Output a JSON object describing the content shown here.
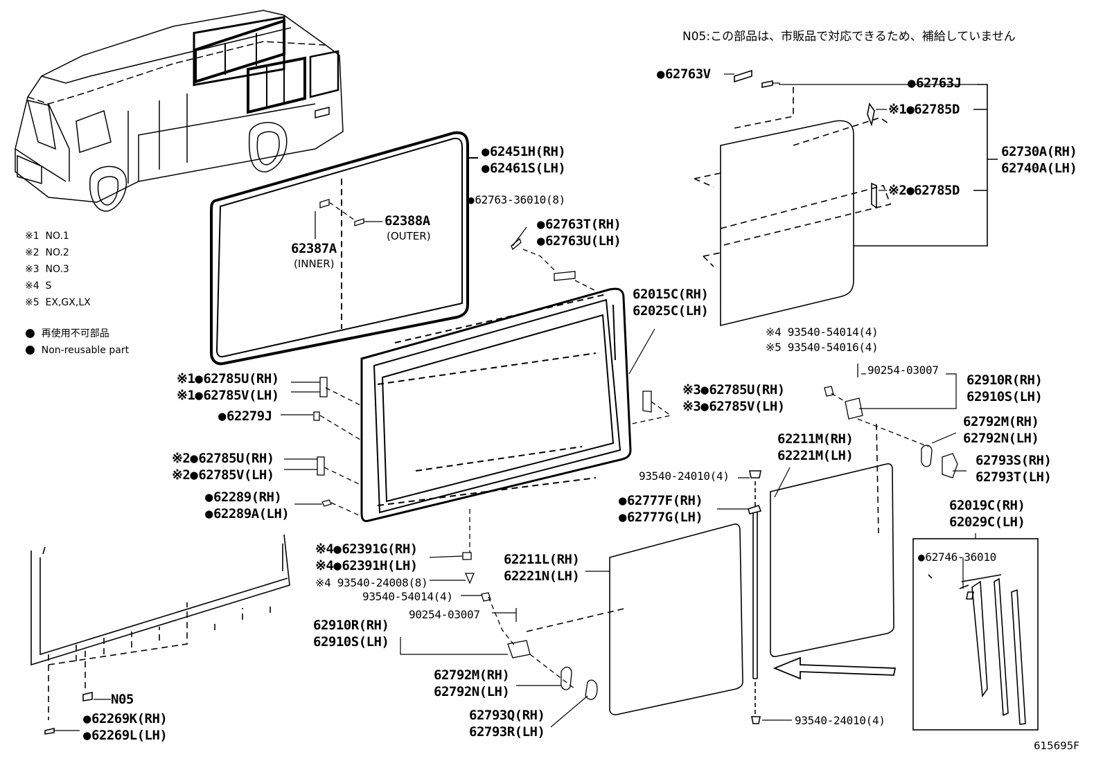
{
  "header_note": "N05:この部品は、市販品で対応できるため、補給していません",
  "legend": {
    "items": [
      {
        "mark": "※1",
        "text": "NO.1"
      },
      {
        "mark": "※2",
        "text": "NO.2"
      },
      {
        "mark": "※3",
        "text": "NO.3"
      },
      {
        "mark": "※4",
        "text": "S"
      },
      {
        "mark": "※5",
        "text": "EX,GX,LX"
      }
    ],
    "symbol": "●",
    "nonreusable_jp": "再使用不可部品",
    "nonreusable_en": "Non-reusable part"
  },
  "parts": {
    "p62763V": "62763V",
    "p62763J": "62763J",
    "p62785D_1": "※1●62785D",
    "p62785D_2": "※2●62785D",
    "p62730A": "62730A(RH)",
    "p62740A": "62740A(LH)",
    "p62451H": "62451H(RH)",
    "p62461S": "62461S(LH)",
    "p62763_36010": "62763-36010(8)",
    "p62388A": "62388A",
    "p62388A_sub": "(OUTER)",
    "p62387A": "62387A",
    "p62387A_sub": "(INNER)",
    "p62763T": "62763T(RH)",
    "p62763U": "62763U(LH)",
    "p62015C": "62015C(RH)",
    "p62025C": "62025C(LH)",
    "p93540_54014_s4": "※4 93540-54014(4)",
    "p93540_54016_s5": "※5 93540-54016(4)",
    "p90254_a": "90254-03007",
    "p62910R_a": "62910R(RH)",
    "p62910S_a": "62910S(LH)",
    "p62785U_1": "62785U(RH)",
    "p62785V_1": "62785V(LH)",
    "p62785U_3": "62785U(RH)",
    "p62785V_3": "62785V(LH)",
    "p62279J": "62279J",
    "p62792M_a": "62792M(RH)",
    "p62792N_a": "62792N(LH)",
    "p62211M": "62211M(RH)",
    "p62221M": "62221M(LH)",
    "p62785U_2": "62785U(RH)",
    "p62785V_2": "62785V(LH)",
    "p62793S": "62793S(RH)",
    "p62793T": "62793T(LH)",
    "p93540_24010_a": "93540-24010(4)",
    "p62289": "62289(RH)",
    "p62289A": "62289A(LH)",
    "p62777F": "62777F(RH)",
    "p62777G": "62777G(LH)",
    "p62019C": "62019C(RH)",
    "p62029C": "62029C(LH)",
    "p62391G": "62391G(RH)",
    "p62391H": "62391H(LH)",
    "p62746": "62746-36010",
    "p62211L": "62211L(RH)",
    "p62221N": "62221N(LH)",
    "p93540_24008": "93540-24008(8)",
    "p93540_54014_b": "93540-54014(4)",
    "p90254_b": "90254-03007",
    "p62910R_b": "62910R(RH)",
    "p62910S_b": "62910S(LH)",
    "p62792M_b": "62792M(RH)",
    "p62792N_b": "62792N(LH)",
    "p62793Q": "62793Q(RH)",
    "p62793R": "62793R(LH)",
    "pN05": "N05",
    "p62269K": "62269K(RH)",
    "p62269L": "62269L(LH)",
    "p93540_24010_b": "93540-24010(4)"
  },
  "marks": {
    "s1": "※1",
    "s2": "※2",
    "s3": "※3",
    "s4": "※4"
  },
  "figure_id": "615695F"
}
